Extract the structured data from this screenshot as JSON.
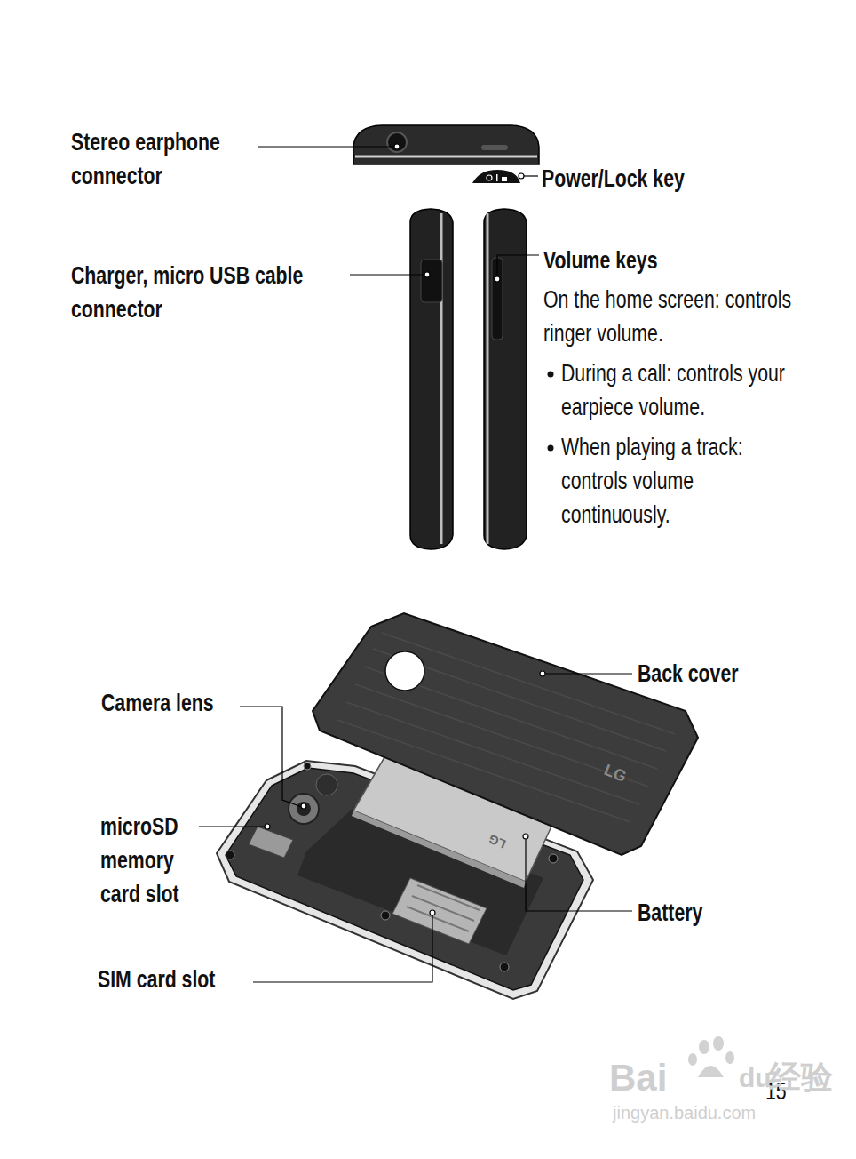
{
  "diagram": {
    "labels": [
      "Stereo earphone connector",
      "Power/Lock key",
      "Charger, micro USB cable connector",
      "Volume keys",
      "On the home screen: controls ringer volume.",
      "During a call: controls your earpiece volume.",
      "When playing a track: controls volume continuously.",
      "Back cover",
      "Camera lens",
      "microSD memory card slot",
      "Battery",
      "SIM card slot",
      "LG",
      "LG",
      "15",
      "Bai",
      "du",
      "经验",
      "jingyan.baidu.com"
    ]
  }
}
